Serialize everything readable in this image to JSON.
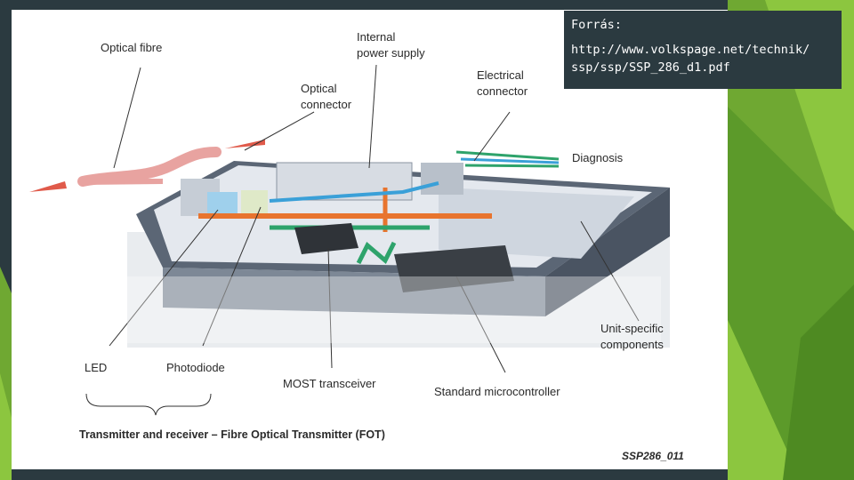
{
  "source": {
    "title": "Forrás:",
    "url": "http://www.volkspage.net/technik/\nssp/ssp/SSP_286_d1.pdf"
  },
  "diagram": {
    "labels": {
      "optical_fibre": "Optical fibre",
      "internal_power_supply_1": "Internal",
      "internal_power_supply_2": "power supply",
      "optical_connector_1": "Optical",
      "optical_connector_2": "connector",
      "electrical_connector_1": "Electrical",
      "electrical_connector_2": "connector",
      "diagnosis": "Diagnosis",
      "unit_specific_1": "Unit-specific",
      "unit_specific_2": "components",
      "led": "LED",
      "photodiode": "Photodiode",
      "most_transceiver": "MOST transceiver",
      "standard_microcontroller": "Standard microcontroller",
      "fot_caption": "Transmitter and receiver – Fibre Optical Transmitter (FOT)",
      "figure_id": "SSP286_011"
    }
  },
  "colors": {
    "background": "#2b3a40",
    "accent_green": "#8cc63f",
    "fibre": "#e8a3a0",
    "signal_orange": "#e8742e",
    "signal_green": "#2ea36b",
    "signal_blue": "#3aa0d8"
  }
}
